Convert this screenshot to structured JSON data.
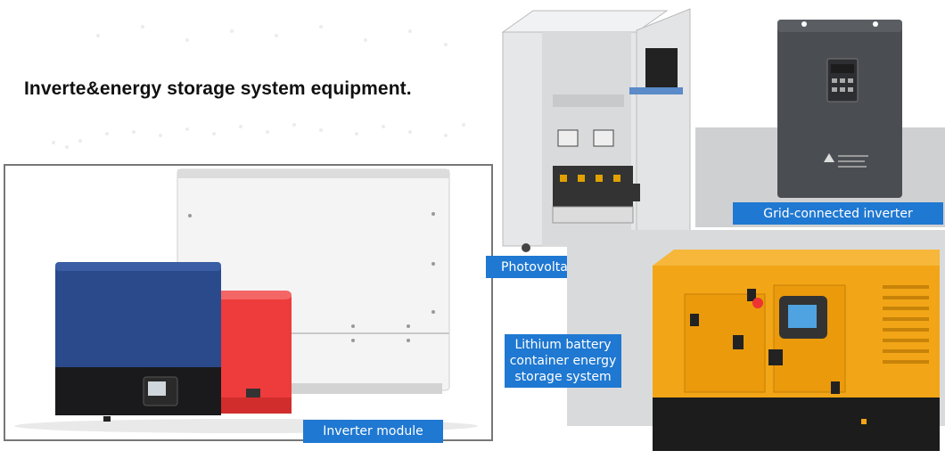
{
  "page": {
    "title": "Inverte&energy storage system equipment."
  },
  "labels": {
    "inverter_module": "Inverter module",
    "pv_storage_inverter": "Photovoltaic energy storage inverter",
    "grid_connected_inverter": "Grid-connected inverter",
    "lithium_battery_line1": "Lithium battery",
    "lithium_battery_line2": "container energy",
    "lithium_battery_line3": "storage system"
  },
  "colors": {
    "label_bg": "#1f78d1",
    "inverter_blue": "#2a4a8c",
    "inverter_red": "#ee3b3b",
    "generator_orange": "#f2a516",
    "cabinet_gray": "#e6e7e9",
    "grid_inverter_dark": "#4a4d52"
  }
}
